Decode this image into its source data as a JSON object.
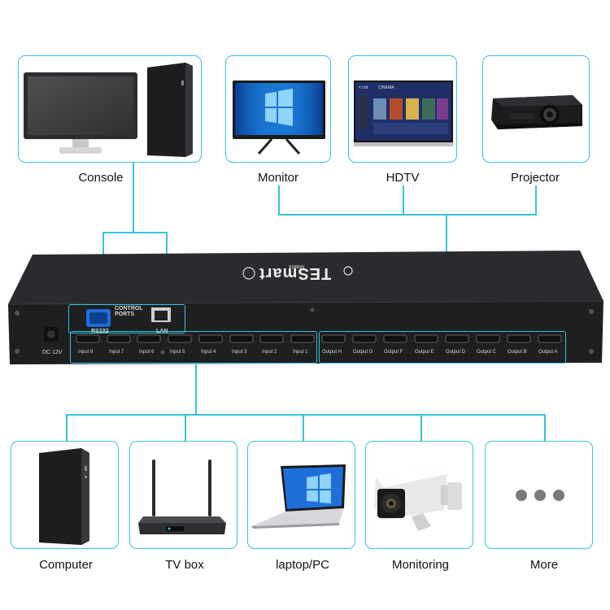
{
  "top_devices": [
    {
      "label": "Console",
      "icon": "console-icon"
    },
    {
      "label": "Monitor",
      "icon": "monitor-icon"
    },
    {
      "label": "HDTV",
      "icon": "hdtv-icon"
    },
    {
      "label": "Projector",
      "icon": "projector-icon"
    }
  ],
  "bottom_devices": [
    {
      "label": "Computer",
      "icon": "computer-tower-icon"
    },
    {
      "label": "TV box",
      "icon": "tv-box-icon"
    },
    {
      "label": "laptop/PC",
      "icon": "laptop-icon"
    },
    {
      "label": "Monitoring",
      "icon": "security-camera-icon"
    },
    {
      "label": "More",
      "icon": "more-dots-icon"
    }
  ],
  "matrix": {
    "brand": "TESmart",
    "brand_sub": "Matrix",
    "control_ports_label": "CONTROL\nPORTS",
    "rs232_label": "RS232",
    "lan_label": "LAN",
    "dc_label": "DC 12V",
    "inputs": [
      "Input 8",
      "Input 7",
      "Input 6",
      "Input 5",
      "Input 4",
      "Input 3",
      "Input 2",
      "Input 1"
    ],
    "outputs": [
      "Output H",
      "Output G",
      "Output F",
      "Output E",
      "Output D",
      "Output C",
      "Output B",
      "Output A"
    ]
  },
  "hdtv_screen": {
    "brand": "CINEMA",
    "header": "< Ltd"
  },
  "colors": {
    "accent": "#37c3df",
    "device_body": "#1e1f21"
  }
}
